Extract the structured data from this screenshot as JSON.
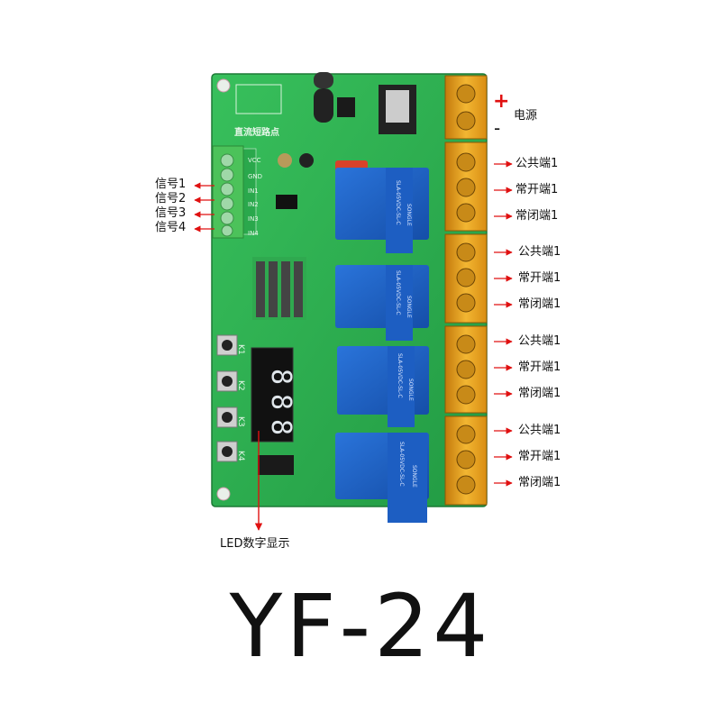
{
  "board_silkscreen": {
    "short_circuit_text": "直流短路点",
    "pins": [
      "VCC",
      "GND",
      "IN1",
      "IN2",
      "IN3",
      "IN4"
    ],
    "buttons": [
      "K1",
      "K2",
      "K3",
      "K4"
    ]
  },
  "relay": {
    "brand": "SONGLE",
    "model": "SLA-05VDC-SL-C"
  },
  "power": {
    "plus": "+",
    "minus": "-",
    "label": "电源"
  },
  "signal_labels": [
    "信号1",
    "信号2",
    "信号3",
    "信号4"
  ],
  "terminal_groups": [
    {
      "common": "公共端1",
      "no": "常开端1",
      "nc": "常闭端1"
    },
    {
      "common": "公共端1",
      "no": "常开端1",
      "nc": "常闭端1"
    },
    {
      "common": "公共端1",
      "no": "常开端1",
      "nc": "常闭端1"
    },
    {
      "common": "公共端1",
      "no": "常开端1",
      "nc": "常闭端1"
    }
  ],
  "display_label": "LED数字显示",
  "model": "YF-24",
  "colors": {
    "pcb": "#2fb553",
    "relay": "#1b5fc4",
    "terminal": "#e8a21a",
    "arrow": "#e01010"
  }
}
